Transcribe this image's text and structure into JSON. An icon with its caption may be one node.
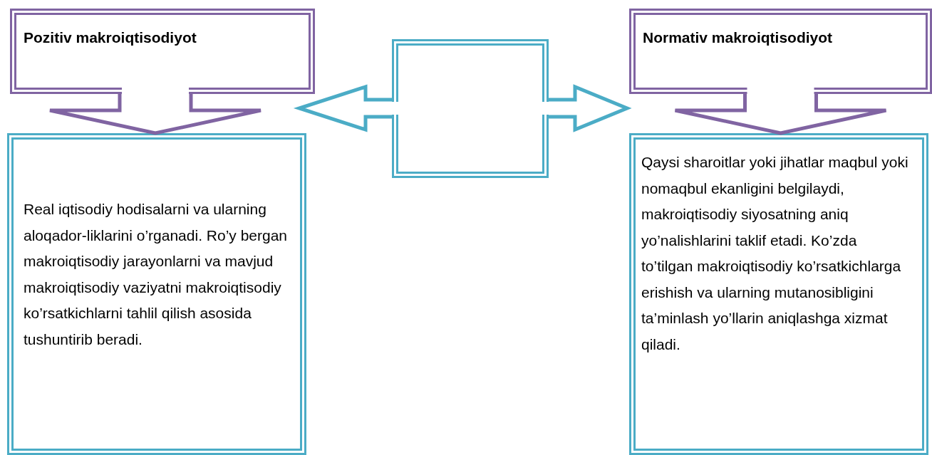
{
  "diagram": {
    "nodes": [
      {
        "text": [
          "Pozitiv makroiqtisodiyot"
        ]
      },
      {
        "text": [
          "Real iqtisodiy hodisalarni va ularning aloqador-liklarini o’rganadi. Ro’y bergan makroiqtisodiy jarayonlarni va mavjud makroiqtisodiy vaziyatni makroiqtisodiy ko’rsatkichlarni tahlil qilish asosida tushuntirib beradi."
        ]
      },
      {
        "text": [],
        "shape": "box"
      },
      {
        "text": [
          "Normativ makroiqtisodiyot"
        ]
      },
      {
        "text": [
          "Qaysi sharoitlar yoki jihatlar maqbul yoki nomaqbul ekanligini belgilaydi, makroiqtisodiy siyosatning aniq yo’nalishlarini taklif etadi. Ko’zda to’tilgan makroiqtisodiy ko’rsatkichlarga erishish va ularning mutanosibligini ta’minlash yo’llarin aniqlashga xizmat qiladi."
        ]
      }
    ],
    "edges": [
      {
        "from": 0,
        "to": 1,
        "arrow": "to"
      },
      {
        "from": 3,
        "to": 4,
        "arrow": "to"
      },
      {
        "from": 2,
        "to": 0,
        "arrow": "to"
      },
      {
        "from": 2,
        "to": 3,
        "arrow": "to"
      }
    ]
  }
}
